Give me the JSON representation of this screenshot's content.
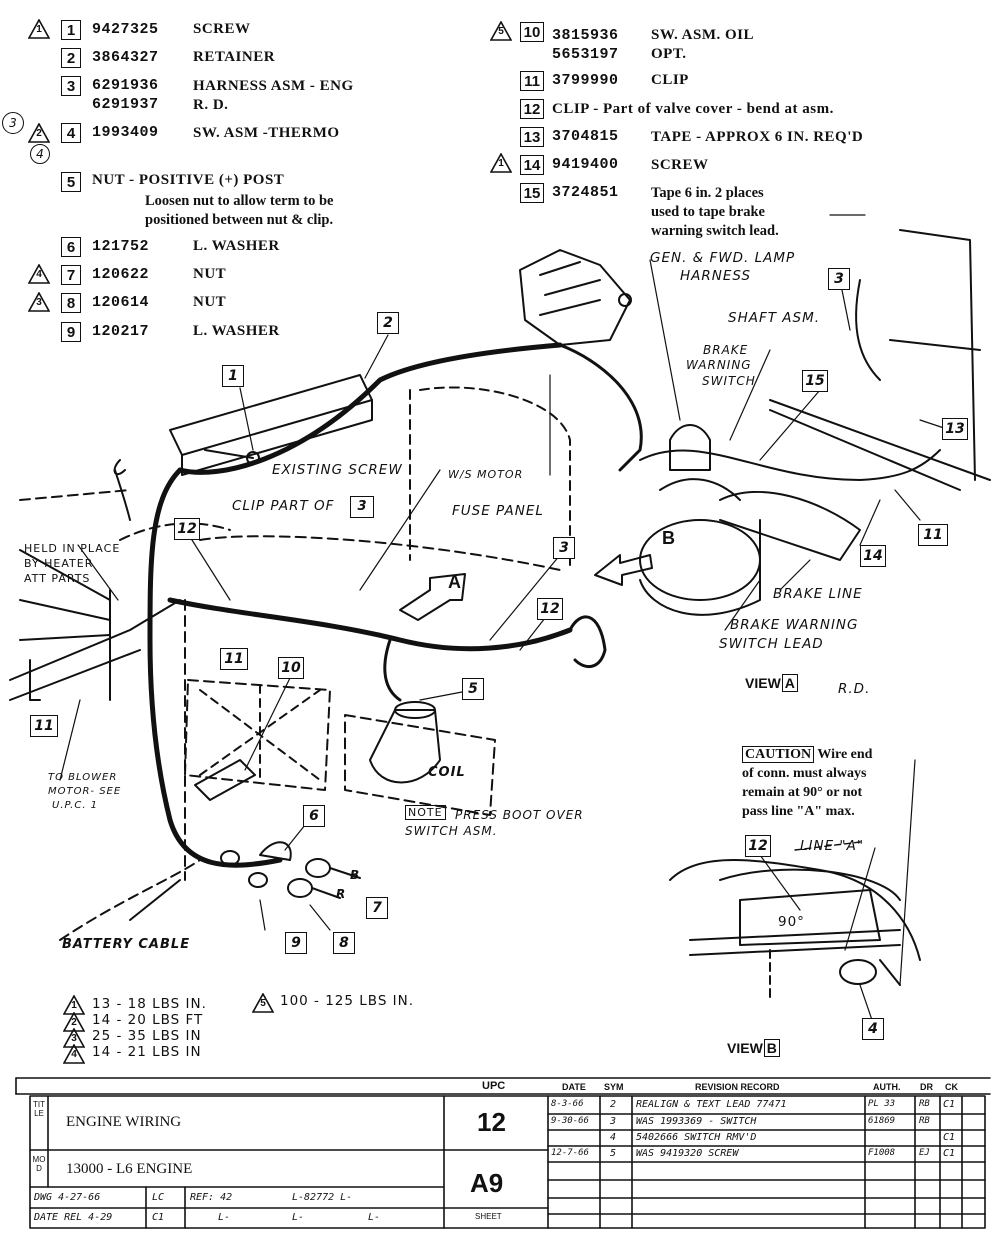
{
  "parts_list": [
    {
      "num": "1",
      "pn": "9427325",
      "desc": "SCREW",
      "tri": "1"
    },
    {
      "num": "2",
      "pn": "3864327",
      "desc": "RETAINER",
      "tri": ""
    },
    {
      "num": "3",
      "pn": "6291936",
      "pn2": "6291937",
      "desc": "HARNESS ASM - ENG",
      "desc2": "R. D.",
      "tri": ""
    },
    {
      "num": "4",
      "pn": "1993409",
      "desc": "SW. ASM -THERMO",
      "tri": "2",
      "side_mark": "3",
      "sub_mark": "4"
    },
    {
      "num": "5",
      "pn": "",
      "desc": "NUT - POSITIVE (+) POST",
      "note": [
        "Loosen nut to allow term to be",
        "positioned between nut & clip."
      ],
      "tri": ""
    },
    {
      "num": "6",
      "pn": "121752",
      "desc": "L. WASHER",
      "tri": ""
    },
    {
      "num": "7",
      "pn": "120622",
      "desc": "NUT",
      "tri": "4"
    },
    {
      "num": "8",
      "pn": "120614",
      "desc": "NUT",
      "tri": "3"
    },
    {
      "num": "9",
      "pn": "120217",
      "desc": "L. WASHER",
      "tri": ""
    },
    {
      "num": "10",
      "pn": "3815936",
      "pn2": "5653197",
      "desc": "SW. ASM. OIL",
      "desc2": "OPT.",
      "tri": "5"
    },
    {
      "num": "11",
      "pn": "3799990",
      "desc": "CLIP",
      "tri": ""
    },
    {
      "num": "12",
      "pn": "",
      "desc": "CLIP - Part of valve cover - bend at asm.",
      "tri": ""
    },
    {
      "num": "13",
      "pn": "3704815",
      "desc": "TAPE - APPROX 6 IN. REQ'D",
      "tri": ""
    },
    {
      "num": "14",
      "pn": "9419400",
      "desc": "SCREW",
      "tri": "1"
    },
    {
      "num": "15",
      "pn": "3724851",
      "desc": "",
      "note": [
        "Tape 6 in. 2 places",
        "used to tape brake",
        "warning switch lead."
      ],
      "tri": ""
    }
  ],
  "labels": {
    "gen_fwd_lamp": "GEN. & FWD. LAMP",
    "harness": "HARNESS",
    "shaft_asm": "SHAFT ASM.",
    "brake": "BRAKE",
    "warning": "WARNING",
    "switch": "SWITCH",
    "existing_screw": "EXISTING SCREW",
    "ws_motor": "W/S MOTOR",
    "fuse_panel": "FUSE PANEL",
    "clip_part_of": "CLIP PART OF",
    "held_in_place": "HELD IN PLACE",
    "by_heater": "BY HEATER",
    "att_parts": "ATT PARTS",
    "to_blower": "TO BLOWER",
    "motor_see": "MOTOR- SEE",
    "upc": "U.P.C. 1",
    "coil": "COIL",
    "note": "NOTE",
    "press_boot": "PRESS BOOT OVER",
    "switch_asm": "SWITCH ASM.",
    "battery_cable": "BATTERY CABLE",
    "brake_line": "BRAKE LINE",
    "brake_warning_switch_lead_1": "BRAKE WARNING",
    "brake_warning_switch_lead_2": "SWITCH LEAD",
    "view_a": "VIEW",
    "view_a_letter": "A",
    "rd": "R.D.",
    "view_b": "VIEW",
    "view_b_letter": "B",
    "arrow_a": "A",
    "arrow_b": "B",
    "b_lead": "B",
    "r_lead": "R",
    "line_a": "LINE \"A\"",
    "deg90": "90°",
    "caution_word": "CAUTION",
    "caution_1": "Wire end",
    "caution_2": "of conn. must always",
    "caution_3": "remain at 90° or not",
    "caution_4": "pass line \"A\" max."
  },
  "torque": [
    {
      "tri": "1",
      "text": "13 - 18  LBS  IN."
    },
    {
      "tri": "2",
      "text": "14 - 20  LBS  FT"
    },
    {
      "tri": "3",
      "text": "25 - 35  LBS  IN"
    },
    {
      "tri": "4",
      "text": "14 - 21  LBS  IN"
    },
    {
      "tri": "5",
      "text": "100 - 125  LBS  IN."
    }
  ],
  "title_block": {
    "upc_head": "UPC",
    "date_head": "DATE",
    "sym_head": "SYM",
    "rev_head": "REVISION RECORD",
    "auth_head": "AUTH.",
    "dr_head": "DR",
    "ck_head": "CK",
    "title_label": "TITLE",
    "title": "ENGINE WIRING",
    "mod_label": "MOD",
    "model": "13000 - L6 ENGINE",
    "upc": "12",
    "sheet": "A9",
    "sheet_label": "SHEET",
    "dwg": "DWG 4-27-66",
    "dwg_by": "LC",
    "ref": "REF: 42",
    "ref_no": "L-82772  L-",
    "date": "DATE REL 4-29",
    "date_by": "C1",
    "l1": "L-",
    "l2": "L-",
    "l3": "L-",
    "revisions": [
      {
        "date": "8-3-66",
        "sym": "2",
        "rec": "REALIGN & TEXT LEAD  77471",
        "auth": "PL 33",
        "dr": "RB",
        "ck": "C1"
      },
      {
        "date": "9-30-66",
        "sym": "3",
        "rec": "WAS 1993369 - SWITCH",
        "auth": "61869",
        "dr": "RB",
        "ck": ""
      },
      {
        "date": "",
        "sym": "4",
        "rec": "5402666 SWITCH RMV'D",
        "auth": "",
        "dr": "",
        "ck": "C1"
      },
      {
        "date": "12-7-66",
        "sym": "5",
        "rec": "WAS 9419320 SCREW",
        "auth": "F1008",
        "dr": "EJ",
        "ck": "C1"
      }
    ]
  }
}
